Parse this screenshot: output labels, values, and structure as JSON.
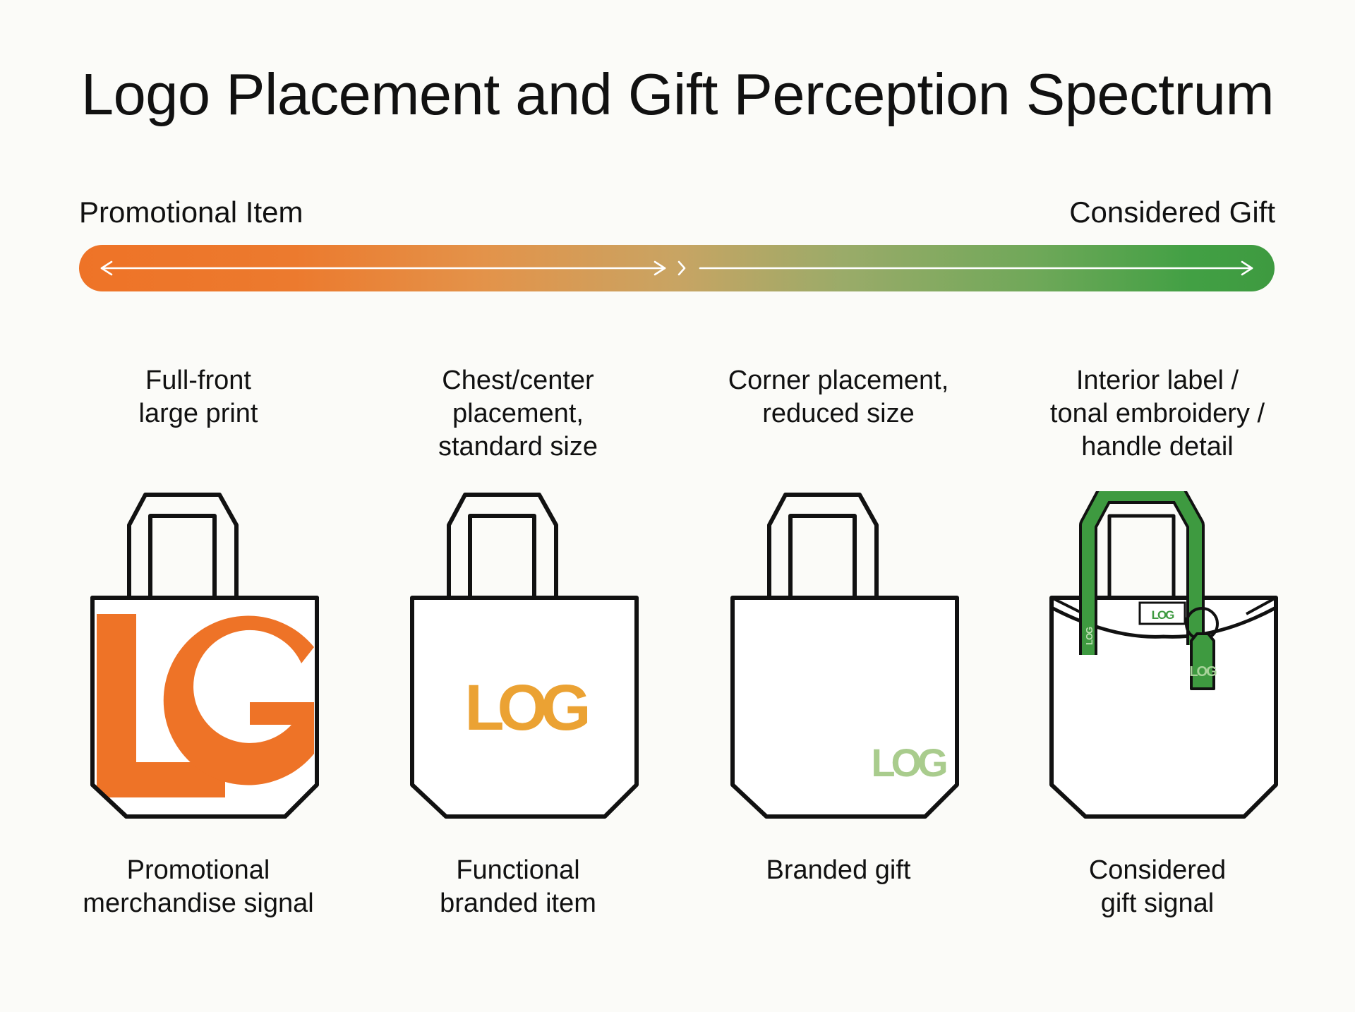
{
  "title": "Logo Placement and Gift Perception Spectrum",
  "spectrum": {
    "left_label": "Promotional Item",
    "right_label": "Considered Gift",
    "colors": {
      "start": "#ee7327",
      "middle": "#c8a463",
      "end": "#3e9a40"
    }
  },
  "columns": [
    {
      "placement": [
        "Full-front",
        "large print"
      ],
      "logo_text": "LG",
      "logo_color": "#ee7327",
      "signal": [
        "Promotional",
        "merchandise signal"
      ]
    },
    {
      "placement": [
        "Chest/center",
        "placement,",
        "standard size"
      ],
      "logo_text": "LOG",
      "logo_color": "#eba233",
      "signal": [
        "Functional",
        "branded item"
      ]
    },
    {
      "placement": [
        "Corner placement,",
        "reduced size"
      ],
      "logo_text": "LOG",
      "logo_color": "#a9cc8d",
      "signal": [
        "Branded gift"
      ]
    },
    {
      "placement": [
        "Interior label /",
        "tonal embroidery /",
        "handle detail"
      ],
      "logo_text": "LOG",
      "logo_color": "#3e9a40",
      "signal": [
        "Considered",
        "gift signal"
      ]
    }
  ]
}
